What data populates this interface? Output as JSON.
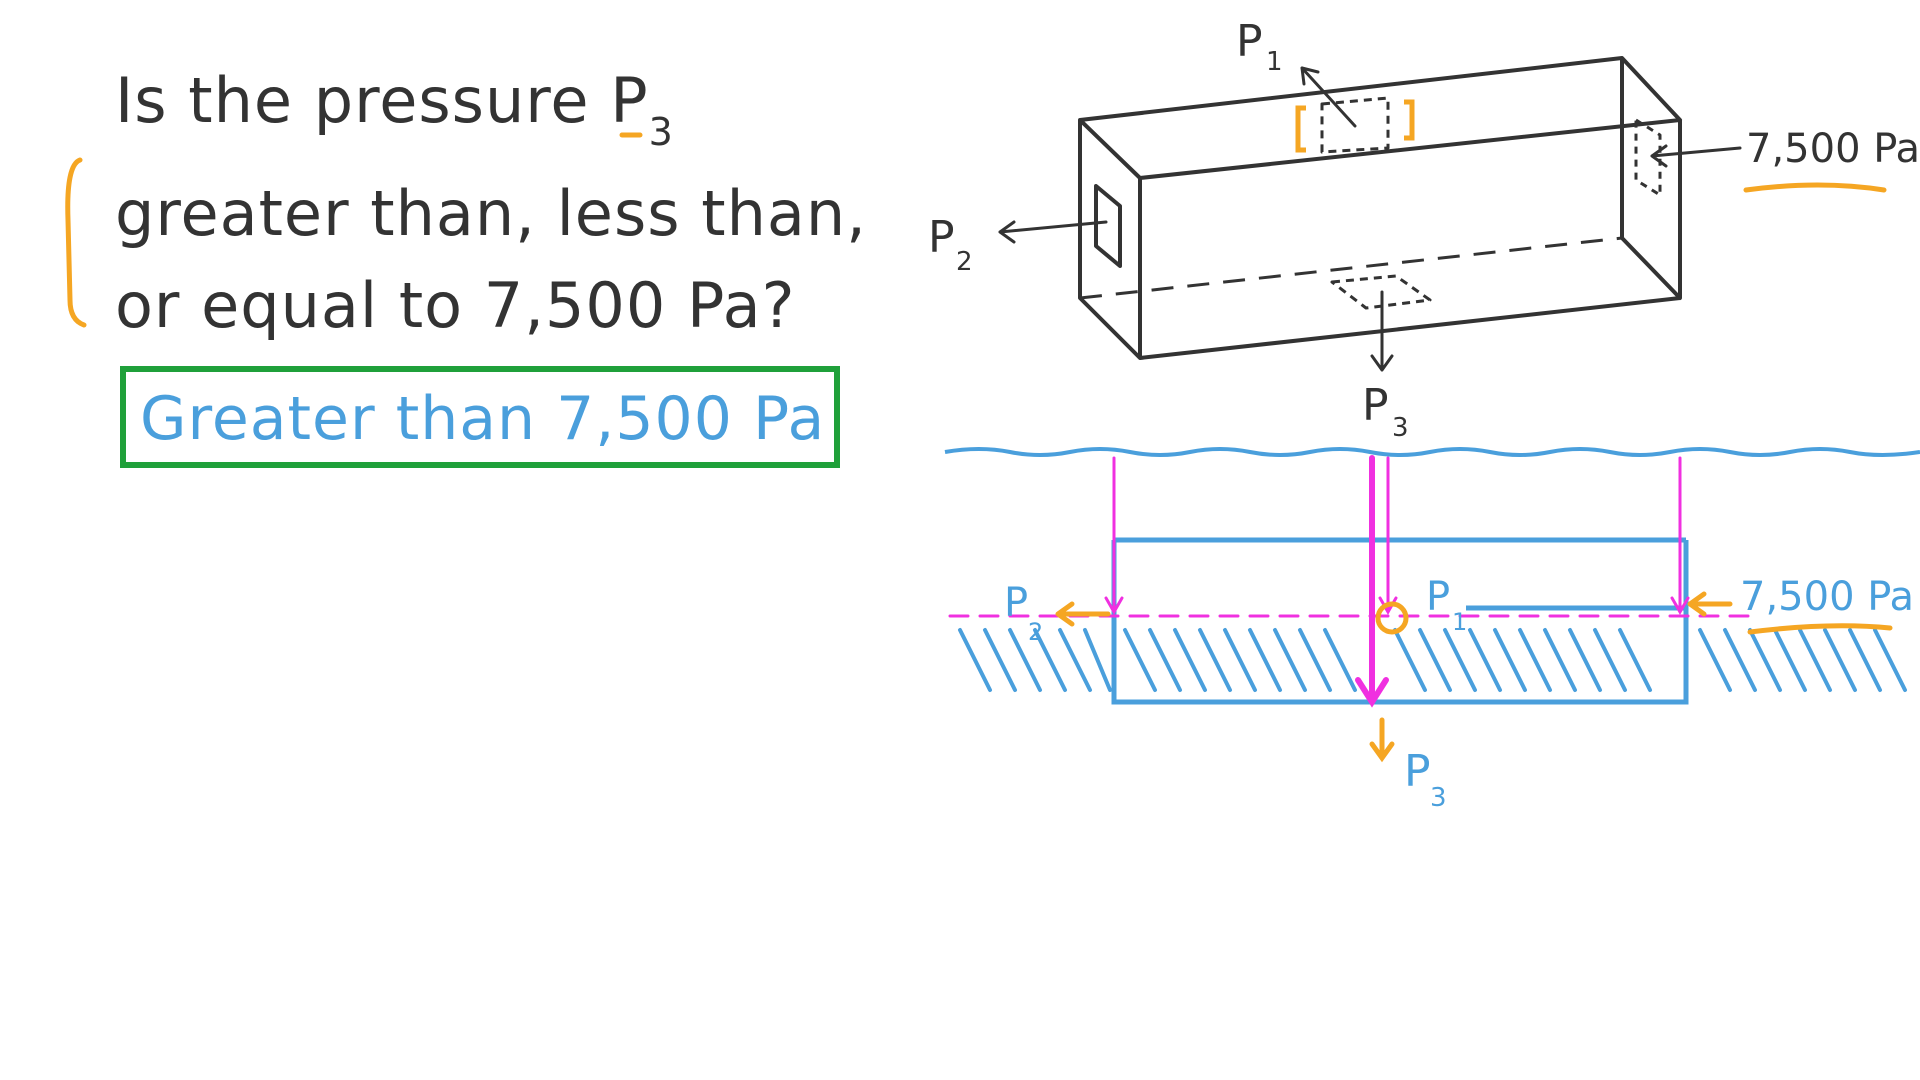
{
  "question": {
    "line1_prefix": "Is the pressure P",
    "line1_sub": "3",
    "line2": "greater than, less than,",
    "line3": "or equal to 7,500 Pa?"
  },
  "answer": "Greater than 7,500 Pa",
  "diagram": {
    "box_labels": {
      "p1": "P",
      "p1_sub": "1",
      "p2": "P",
      "p2_sub": "2",
      "p3": "P",
      "p3_sub": "3",
      "side_pressure": "7,500 Pa"
    },
    "section_labels": {
      "p1": "P",
      "p1_sub": "1",
      "p2": "P",
      "p2_sub": "2",
      "p3": "P",
      "p3_sub": "3",
      "side_pressure": "7,500 Pa"
    }
  },
  "colors": {
    "ink": "#333333",
    "orange": "#f5a623",
    "blue": "#4a9fdc",
    "magenta": "#f030e0",
    "green": "#1fa03a"
  }
}
